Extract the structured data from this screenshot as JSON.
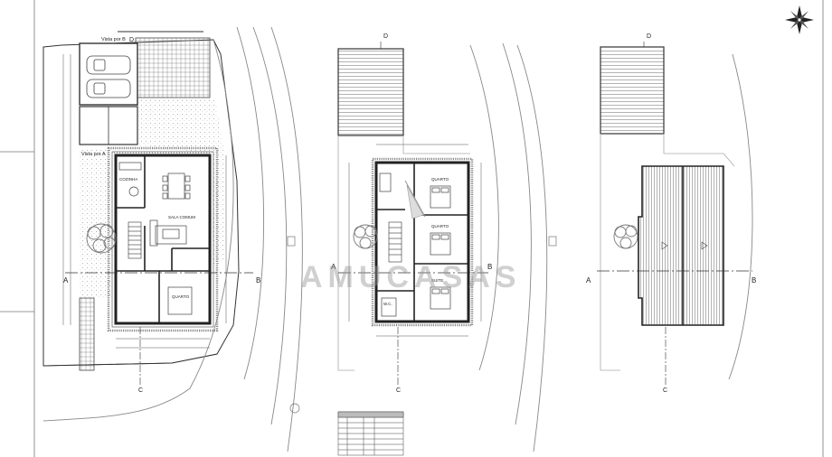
{
  "sheet": {
    "watermark": "AMUCASAS",
    "grid_labels": {
      "a": "A",
      "b": "B",
      "c": "C",
      "d": "D"
    },
    "ground_floor": {
      "views": [
        "Vista por B",
        "Vista por A"
      ],
      "rooms": [
        "SALA COMUM",
        "COZINHA",
        "QUARTO"
      ]
    },
    "first_floor": {
      "rooms": [
        "QUARTO",
        "QUARTO",
        "SUITE",
        "W.C."
      ]
    }
  },
  "colors": {
    "line": "#333333",
    "light_line": "#9a9a9a",
    "hatch": "#555555",
    "ground_fill": "#e6e6e6",
    "tree": "#8a8a8a"
  },
  "icons": [
    "compass-rose-icon",
    "tree-icon",
    "car-icon"
  ]
}
